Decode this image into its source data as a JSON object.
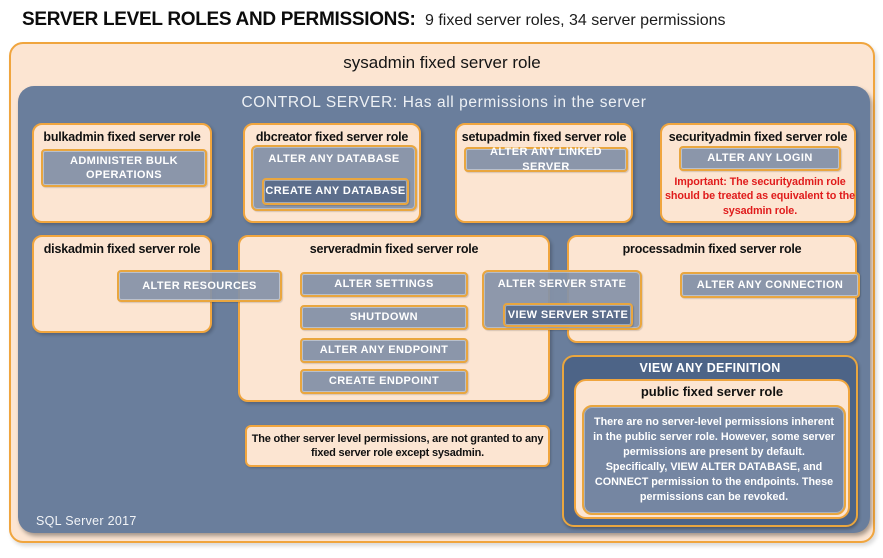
{
  "page": {
    "title_bold": "SERVER LEVEL ROLES AND PERMISSIONS:",
    "title_rest": "9 fixed server roles, 34 server permissions",
    "footer": "SQL Server 2017"
  },
  "colors": {
    "peach_fill": "#fce5d2",
    "orange_border": "#f0a53e",
    "panel_blue": "#6a7e9c",
    "permission_blue": "#8b96aa",
    "permission_dark_blue": "#5c6e8c",
    "definition_panel_blue": "#4d6487",
    "public_note_blue": "#7586a2",
    "warning_red": "#e01c1c"
  },
  "sysadmin": {
    "label": "sysadmin fixed server role"
  },
  "control_server": {
    "label": "CONTROL SERVER: Has all permissions in the server"
  },
  "roles": {
    "bulkadmin": {
      "title": "bulkadmin fixed server role",
      "permissions": [
        "ADMINISTER BULK OPERATIONS"
      ]
    },
    "dbcreator": {
      "title": "dbcreator fixed server role",
      "permission_outer": "ALTER ANY DATABASE",
      "permission_nested": "CREATE ANY DATABASE"
    },
    "setupadmin": {
      "title": "setupadmin fixed server role",
      "permissions": [
        "ALTER ANY LINKED SERVER"
      ]
    },
    "securityadmin": {
      "title": "securityadmin fixed server role",
      "permissions": [
        "ALTER ANY LOGIN"
      ],
      "warning": "Important: The securityadmin role should be treated as equivalent to the sysadmin role."
    },
    "diskadmin": {
      "title": "diskadmin fixed server role",
      "permissions": [
        "ALTER RESOURCES"
      ]
    },
    "serveradmin": {
      "title": "serveradmin fixed server role",
      "permissions": [
        "ALTER SETTINGS",
        "SHUTDOWN",
        "ALTER ANY ENDPOINT",
        "CREATE ENDPOINT"
      ],
      "shared_permission_outer": "ALTER SERVER STATE",
      "shared_permission_nested": "VIEW SERVER STATE"
    },
    "processadmin": {
      "title": "processadmin fixed server role",
      "permissions": [
        "ALTER ANY CONNECTION"
      ]
    },
    "public": {
      "container_permission": "VIEW ANY DEFINITION",
      "title": "public fixed server role",
      "description": "There are no server-level permissions inherent in the public server role. However, some server permissions are present by default. Specifically, VIEW ALTER DATABASE, and CONNECT permission to the endpoints. These permissions can be revoked."
    }
  },
  "note": {
    "text": "The other server level permissions, are not granted to any fixed server role except sysadmin."
  }
}
